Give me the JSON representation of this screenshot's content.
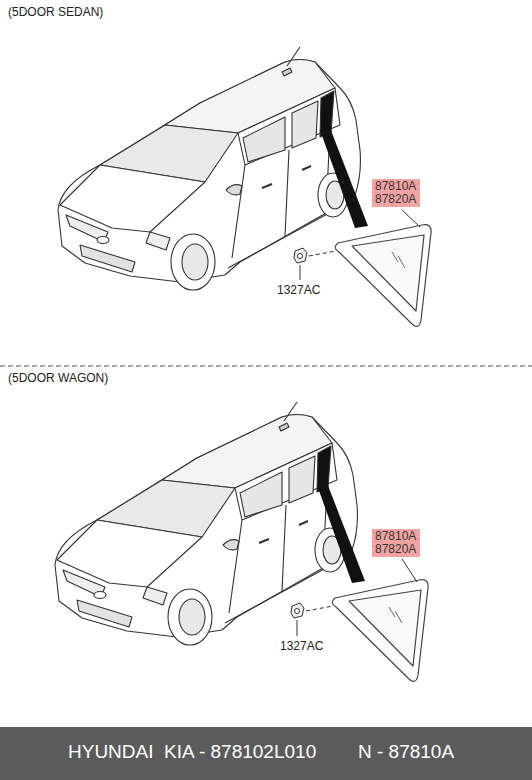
{
  "diagram": {
    "nodes": [
      {
        "text": [
          "87810A",
          "87820A"
        ]
      },
      {
        "text": [
          "87810A",
          "87820A"
        ]
      },
      {
        "text": [
          "HYUNDAI  KIA - 878102L010",
          "N - 87810A"
        ]
      }
    ],
    "labels": [
      "(5DOOR SEDAN)",
      "1327AC",
      "(5DOOR WAGON)",
      "1327AC"
    ]
  }
}
